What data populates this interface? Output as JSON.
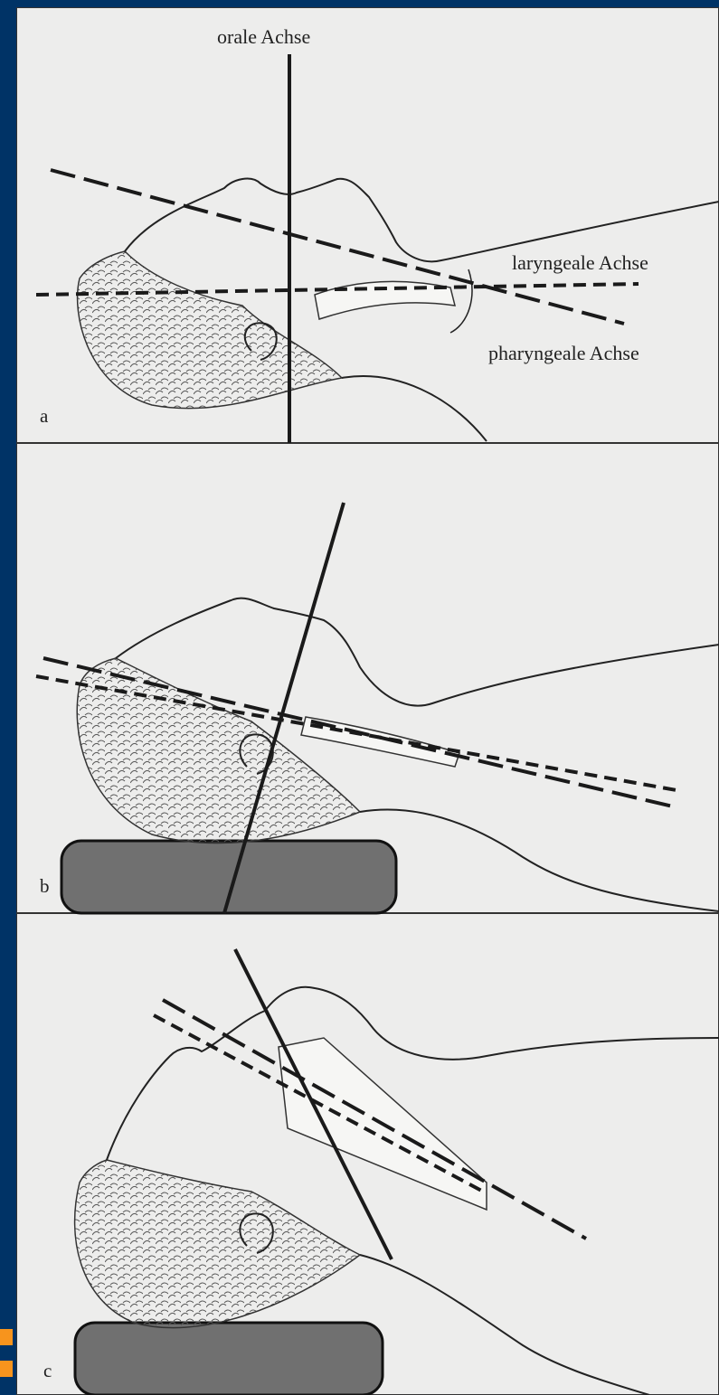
{
  "colors": {
    "background": "#003366",
    "accent": "#f7941d",
    "paper": "#ecebea",
    "ink": "#1a1a1a",
    "pillow": "#707070"
  },
  "panels": [
    {
      "label": "a",
      "axes": {
        "oral": "orale Achse",
        "laryngeal": "laryngeale Achse",
        "pharyngeal": "pharyngeale Achse"
      }
    },
    {
      "label": "b"
    },
    {
      "label": "c"
    }
  ]
}
